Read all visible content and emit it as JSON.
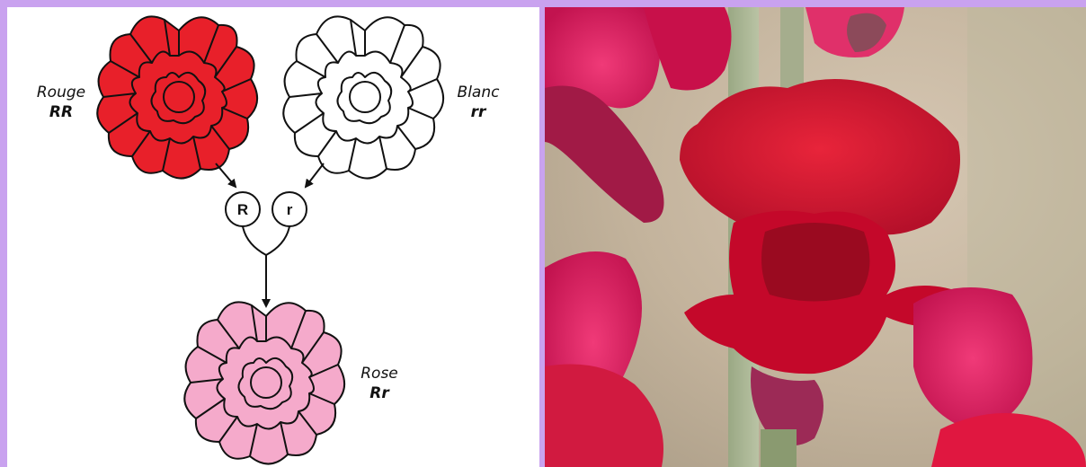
{
  "parents": [
    {
      "name": "Rouge",
      "genotype": "RR",
      "color": "#e8202a"
    },
    {
      "name": "Blanc",
      "genotype": "rr",
      "color": "#ffffff"
    }
  ],
  "gametes": [
    "R",
    "r"
  ],
  "offspring": {
    "name": "Rose",
    "genotype": "Rr",
    "color": "#f5aacb"
  },
  "photo": {
    "subject": "red snapdragon flower"
  }
}
